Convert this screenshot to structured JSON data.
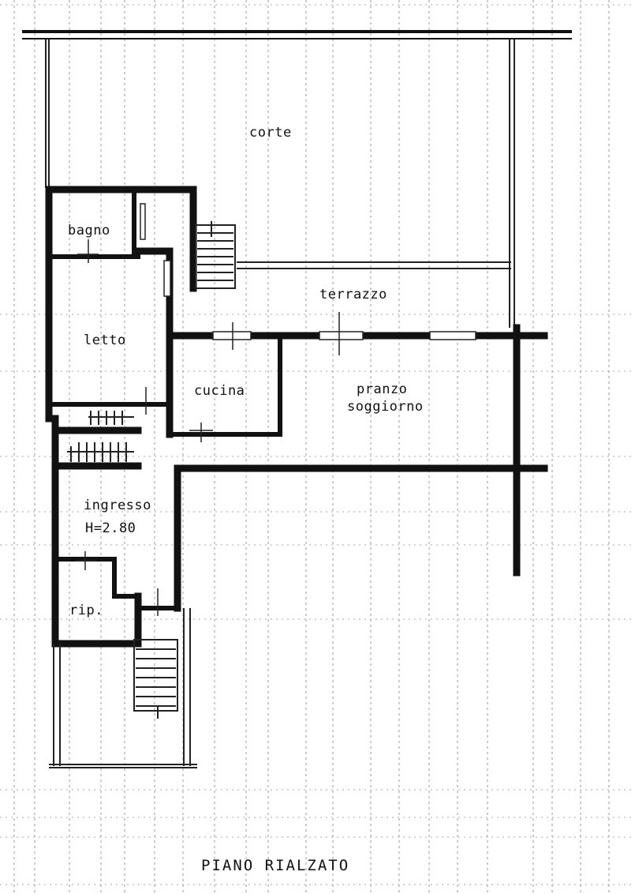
{
  "plan": {
    "title": "PIANO RIALZATO",
    "rooms": {
      "corte": "corte",
      "bagno": "bagno",
      "terrazzo": "terrazzo",
      "letto": "letto",
      "cucina": "cucina",
      "pranzo_line1": "pranzo",
      "pranzo_line2": "soggiorno",
      "ingresso_line1": "ingresso",
      "ingresso_line2": "H=2.80",
      "rip": "rip."
    }
  },
  "colors": {
    "wall": "#111111",
    "grid": "#9a9a9a",
    "paper": "#ffffff"
  }
}
